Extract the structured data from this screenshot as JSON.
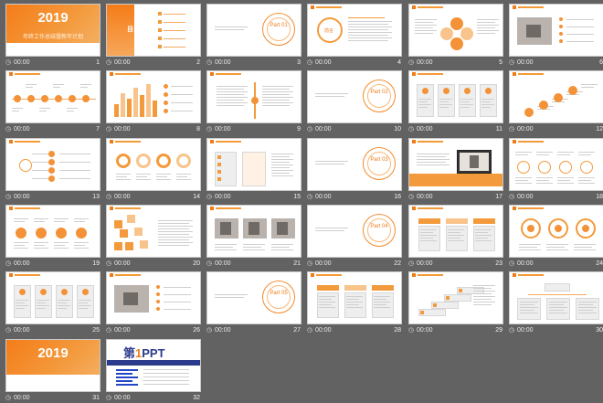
{
  "colors": {
    "background": "#626262",
    "accent": "#f07b17",
    "accent_light": "#f9b878",
    "label": "#f0f0f0"
  },
  "time_icon": "clock-icon",
  "slides": [
    {
      "number": "1",
      "time": "00:00",
      "kind": "cover",
      "year": "2019",
      "subtitle": "年终工作总结暨新年计划"
    },
    {
      "number": "2",
      "time": "00:00",
      "kind": "contents",
      "title": "目录"
    },
    {
      "number": "3",
      "time": "00:00",
      "kind": "part",
      "part": "Part 01"
    },
    {
      "number": "4",
      "time": "00:00",
      "kind": "intro",
      "center": "前言"
    },
    {
      "number": "5",
      "time": "00:00",
      "kind": "cycle",
      "center": "工作"
    },
    {
      "number": "6",
      "time": "00:00",
      "kind": "photo-list"
    },
    {
      "number": "7",
      "time": "00:00",
      "kind": "timeline"
    },
    {
      "number": "8",
      "time": "00:00",
      "kind": "bars"
    },
    {
      "number": "9",
      "time": "00:00",
      "kind": "split"
    },
    {
      "number": "10",
      "time": "00:00",
      "kind": "part",
      "part": "Part 02"
    },
    {
      "number": "11",
      "time": "00:00",
      "kind": "cards"
    },
    {
      "number": "12",
      "time": "00:00",
      "kind": "steps"
    },
    {
      "number": "13",
      "time": "00:00",
      "kind": "tree"
    },
    {
      "number": "14",
      "time": "00:00",
      "kind": "pies"
    },
    {
      "number": "15",
      "time": "00:00",
      "kind": "boxes"
    },
    {
      "number": "16",
      "time": "00:00",
      "kind": "part",
      "part": "Part 03"
    },
    {
      "number": "17",
      "time": "00:00",
      "kind": "laptop"
    },
    {
      "number": "18",
      "time": "00:00",
      "kind": "nodes"
    },
    {
      "number": "19",
      "time": "00:00",
      "kind": "circles-row"
    },
    {
      "number": "20",
      "time": "00:00",
      "kind": "squares"
    },
    {
      "number": "21",
      "time": "00:00",
      "kind": "photos"
    },
    {
      "number": "22",
      "time": "00:00",
      "kind": "part",
      "part": "Part 04"
    },
    {
      "number": "23",
      "time": "00:00",
      "kind": "tabs"
    },
    {
      "number": "24",
      "time": "00:00",
      "kind": "rings"
    },
    {
      "number": "25",
      "time": "00:00",
      "kind": "cards"
    },
    {
      "number": "26",
      "time": "00:00",
      "kind": "photo-list"
    },
    {
      "number": "27",
      "time": "00:00",
      "kind": "part",
      "part": "Part 05"
    },
    {
      "number": "28",
      "time": "00:00",
      "kind": "tabs"
    },
    {
      "number": "29",
      "time": "00:00",
      "kind": "stairs"
    },
    {
      "number": "30",
      "time": "00:00",
      "kind": "org"
    },
    {
      "number": "31",
      "time": "00:00",
      "kind": "cover",
      "year": "2019",
      "subtitle": "谢谢观看 欢迎下载"
    },
    {
      "number": "32",
      "time": "00:00",
      "kind": "logo",
      "logo_pre": "第",
      "logo_one": "1",
      "logo_post": "PPT"
    }
  ]
}
